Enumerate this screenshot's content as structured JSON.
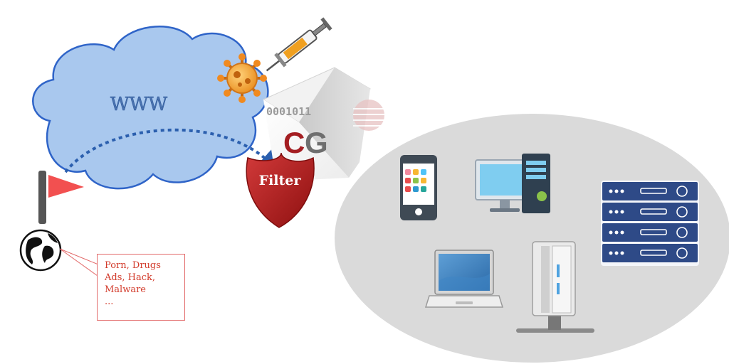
{
  "cloud": {
    "label": "WWW"
  },
  "cube": {
    "binary": "0001011",
    "logo_c": "C",
    "logo_g": "G"
  },
  "shield": {
    "label": "Filter"
  },
  "blocked_note": {
    "lines": [
      "Porn, Drugs",
      "Ads, Hack,",
      "Malware",
      "..."
    ]
  },
  "colors": {
    "cloud_fill": "#a9c8ee",
    "cloud_stroke": "#2f64c8",
    "shield": "#b51c1c",
    "flag": "#f25050",
    "network_zone": "#dadada",
    "logo_c": "#a41e22",
    "logo_g": "#6e6e6e",
    "server_rack": "#2e4a87"
  },
  "icons": [
    "internet-cloud",
    "virus-icon",
    "syringe-icon",
    "globe-icon",
    "flag-icon",
    "filter-shield-icon",
    "content-gateway-cube",
    "smartphone-icon",
    "desktop-pc-icon",
    "server-rack-icon",
    "laptop-icon",
    "tower-server-icon"
  ]
}
